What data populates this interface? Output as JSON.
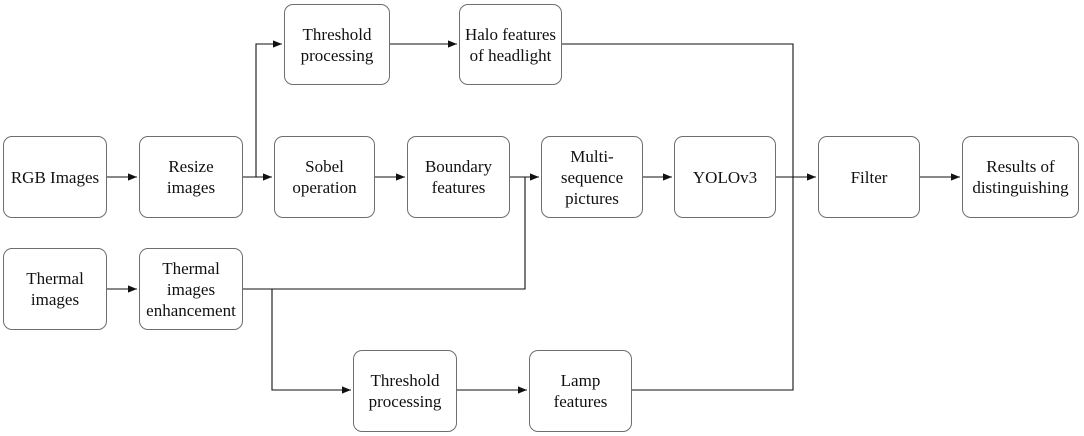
{
  "diagram": {
    "nodes": [
      {
        "id": "rgb_images",
        "label": "RGB Images"
      },
      {
        "id": "resize_images",
        "label": "Resize\nimages"
      },
      {
        "id": "threshold_top",
        "label": "Threshold\nprocessing"
      },
      {
        "id": "halo_features",
        "label": "Halo features\nof  headlight"
      },
      {
        "id": "sobel",
        "label": "Sobel\noperation"
      },
      {
        "id": "boundary",
        "label": "Boundary\nfeatures"
      },
      {
        "id": "multi_sequence",
        "label": "Multi-\nsequence\npictures"
      },
      {
        "id": "yolo",
        "label": "YOLOv3"
      },
      {
        "id": "filter",
        "label": "Filter"
      },
      {
        "id": "results",
        "label": "Results of\ndistinguishing"
      },
      {
        "id": "thermal_images",
        "label": "Thermal\nimages"
      },
      {
        "id": "thermal_enh",
        "label": "Thermal\nimages\nenhancement"
      },
      {
        "id": "threshold_bottom",
        "label": "Threshold\nprocessing"
      },
      {
        "id": "lamp",
        "label": "Lamp\nfeatures"
      }
    ],
    "edges": [
      {
        "from": "rgb_images",
        "to": "resize_images"
      },
      {
        "from": "resize_images",
        "to": "sobel"
      },
      {
        "from": "resize_images",
        "to": "threshold_top"
      },
      {
        "from": "threshold_top",
        "to": "halo_features"
      },
      {
        "from": "sobel",
        "to": "boundary"
      },
      {
        "from": "boundary",
        "to": "multi_sequence"
      },
      {
        "from": "multi_sequence",
        "to": "yolo"
      },
      {
        "from": "yolo",
        "to": "filter"
      },
      {
        "from": "halo_features",
        "to": "filter"
      },
      {
        "from": "lamp",
        "to": "filter"
      },
      {
        "from": "filter",
        "to": "results"
      },
      {
        "from": "thermal_images",
        "to": "thermal_enh"
      },
      {
        "from": "thermal_enh",
        "to": "multi_sequence"
      },
      {
        "from": "thermal_enh",
        "to": "threshold_bottom"
      },
      {
        "from": "threshold_bottom",
        "to": "lamp"
      }
    ]
  }
}
